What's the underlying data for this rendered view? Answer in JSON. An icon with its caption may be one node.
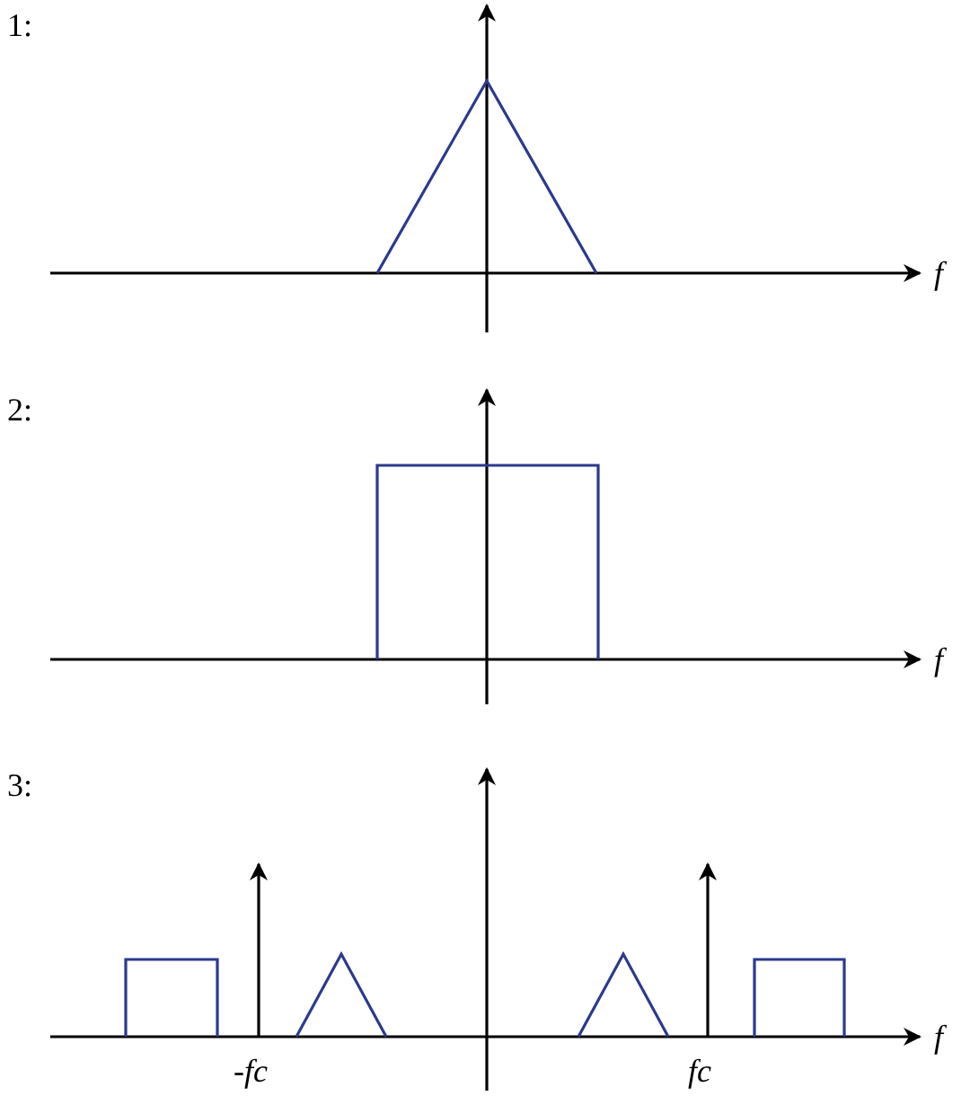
{
  "diagram": {
    "labels": [
      "1:",
      "f",
      "2:",
      "f",
      "3:",
      "f",
      "-fc",
      "fc"
    ]
  }
}
